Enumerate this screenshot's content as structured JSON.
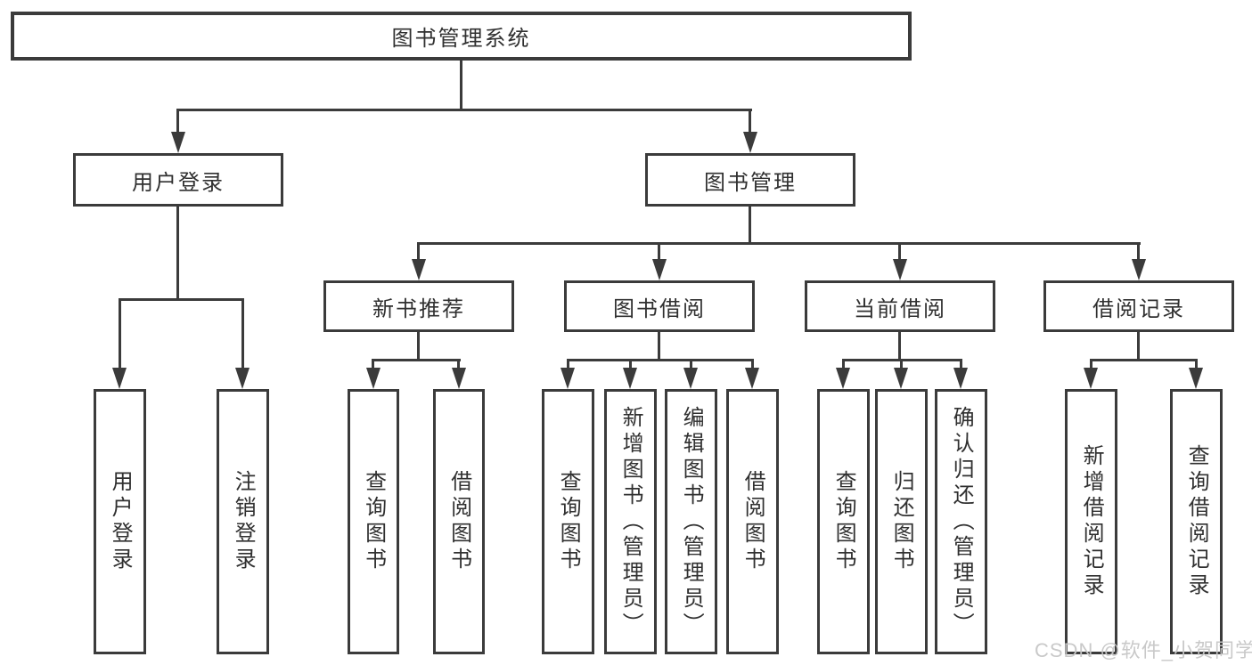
{
  "diagram": {
    "type": "hierarchy-flowchart",
    "colors": {
      "line": "#3b3b3b",
      "text": "#303030",
      "background": "#ffffff",
      "watermark": "#c6c6c6"
    },
    "tree": {
      "root": {
        "label": "图书管理系统"
      },
      "branches": [
        {
          "label": "用户登录",
          "children": [
            {
              "label": "用户登录"
            },
            {
              "label": "注销登录"
            }
          ]
        },
        {
          "label": "图书管理",
          "children": [
            {
              "label": "新书推荐",
              "children": [
                {
                  "label": "查询图书"
                },
                {
                  "label": "借阅图书"
                }
              ]
            },
            {
              "label": "图书借阅",
              "children": [
                {
                  "label": "查询图书"
                },
                {
                  "label": "新增图书（管理员）"
                },
                {
                  "label": "编辑图书（管理员）"
                },
                {
                  "label": "借阅图书"
                }
              ]
            },
            {
              "label": "当前借阅",
              "children": [
                {
                  "label": "查询图书"
                },
                {
                  "label": "归还图书"
                },
                {
                  "label": "确认归还（管理员）"
                }
              ]
            },
            {
              "label": "借阅记录",
              "children": [
                {
                  "label": "新增借阅记录"
                },
                {
                  "label": "查询借阅记录"
                }
              ]
            }
          ]
        }
      ]
    },
    "watermark": {
      "text": "CSDN @软件_小贺同学"
    }
  }
}
